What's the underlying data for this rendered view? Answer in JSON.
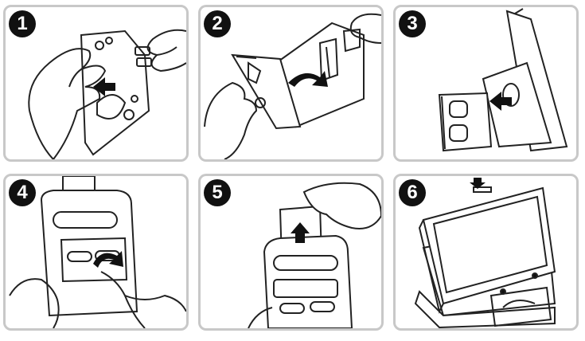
{
  "steps": [
    {
      "number": "1"
    },
    {
      "number": "2"
    },
    {
      "number": "3"
    },
    {
      "number": "4"
    },
    {
      "number": "5"
    },
    {
      "number": "6"
    }
  ],
  "colors": {
    "panel_border": "#c8c8c8",
    "badge": "#111111",
    "line": "#222222"
  },
  "icons": [
    "hand-icon",
    "arrow-left-icon",
    "curved-arrow-icon",
    "arrow-up-icon",
    "arrow-down-icon",
    "stand-icon",
    "console-icon"
  ]
}
